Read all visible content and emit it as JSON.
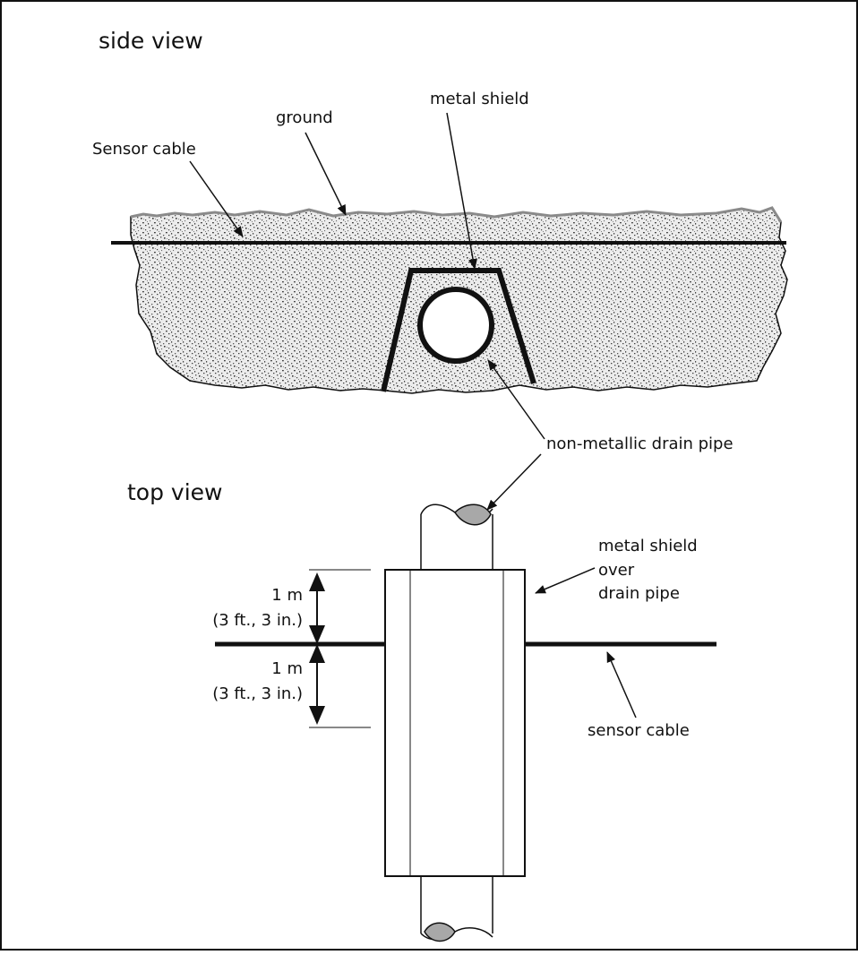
{
  "side_view": {
    "heading": "side view",
    "labels": {
      "metal_shield": "metal shield",
      "ground": "ground",
      "sensor_cable": "Sensor cable",
      "drain_pipe": "non-metallic drain pipe"
    }
  },
  "top_view": {
    "heading": "top view",
    "labels": {
      "metal_shield_line1": "metal shield",
      "metal_shield_line2": "over",
      "metal_shield_line3": "drain pipe",
      "sensor_cable": "sensor cable",
      "dim_upper_value": "1 m",
      "dim_upper_imperial": "(3 ft., 3 in.)",
      "dim_lower_value": "1 m",
      "dim_lower_imperial": "(3 ft., 3 in.)"
    }
  },
  "colors": {
    "line": "#111111",
    "soil_fill": "#e6e6e6",
    "soil_speckle": "#3a3a3a",
    "ground_outline": "#8a8a8a",
    "pipe_cap": "#a8a8a8"
  }
}
